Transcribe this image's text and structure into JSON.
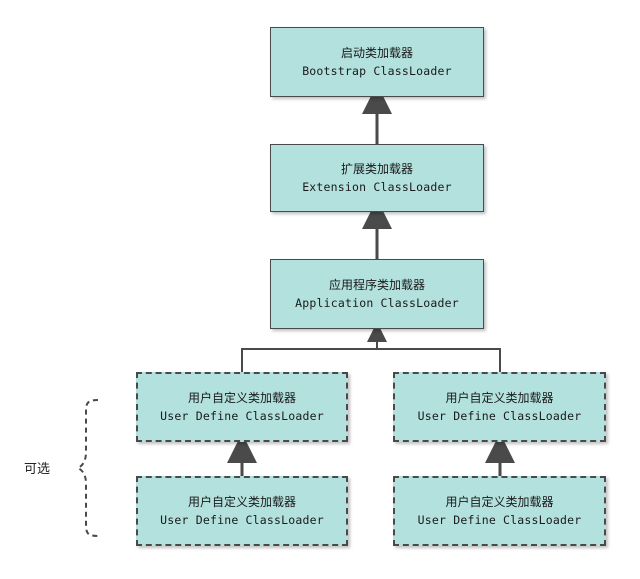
{
  "diagram": {
    "bootstrap": {
      "cn": "启动类加载器",
      "en": "Bootstrap ClassLoader"
    },
    "extension": {
      "cn": "扩展类加载器",
      "en": "Extension ClassLoader"
    },
    "application": {
      "cn": "应用程序类加载器",
      "en": "Application ClassLoader"
    },
    "user_left_top": {
      "cn": "用户自定义类加载器",
      "en": "User Define ClassLoader"
    },
    "user_right_top": {
      "cn": "用户自定义类加载器",
      "en": "User Define ClassLoader"
    },
    "user_left_bottom": {
      "cn": "用户自定义类加载器",
      "en": "User Define ClassLoader"
    },
    "user_right_bottom": {
      "cn": "用户自定义类加载器",
      "en": "User Define ClassLoader"
    },
    "optional_label": "可选"
  },
  "colors": {
    "node_fill": "#b3e1de",
    "border": "#4a4a4a",
    "arrow": "#4a4a4a"
  }
}
